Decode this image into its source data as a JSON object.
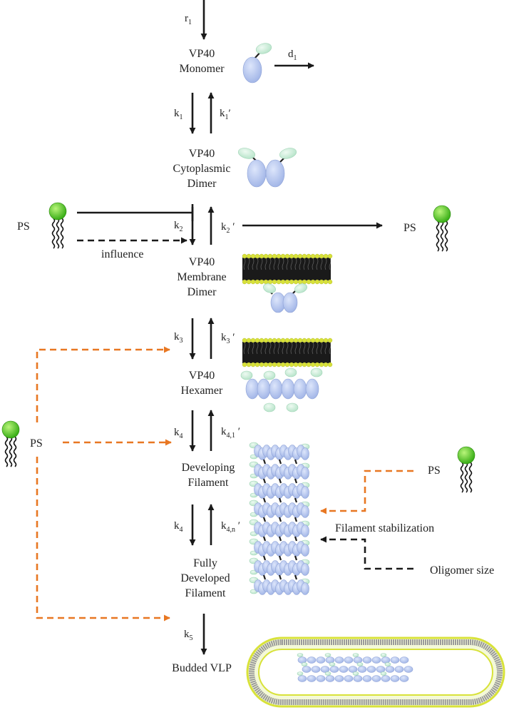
{
  "stages": [
    {
      "id": "monomer",
      "lines": [
        "VP40",
        "Monomer"
      ]
    },
    {
      "id": "cyto-dimer",
      "lines": [
        "VP40",
        "Cytoplasmic",
        "Dimer"
      ]
    },
    {
      "id": "mem-dimer",
      "lines": [
        "VP40",
        "Membrane",
        "Dimer"
      ]
    },
    {
      "id": "hexamer",
      "lines": [
        "VP40",
        "Hexamer"
      ]
    },
    {
      "id": "dev-filament",
      "lines": [
        "Developing",
        "Filament"
      ]
    },
    {
      "id": "full-filament",
      "lines": [
        "Fully",
        "Developed",
        "Filament"
      ]
    },
    {
      "id": "vlp",
      "lines": [
        "Budded VLP"
      ]
    }
  ],
  "rates": {
    "r1": {
      "base": "r",
      "sub": "1"
    },
    "d1": {
      "base": "d",
      "sub": "1"
    },
    "k1": {
      "base": "k",
      "sub": "1"
    },
    "k1p": {
      "base": "k",
      "sub": "1",
      "prime": "′"
    },
    "k2": {
      "base": "k",
      "sub": "2"
    },
    "k2p": {
      "base": "k",
      "sub": "2",
      "prime": " ′"
    },
    "k3": {
      "base": "k",
      "sub": "3"
    },
    "k3p": {
      "base": "k",
      "sub": "3",
      "prime": " ′"
    },
    "k4a": {
      "base": "k",
      "sub": "4"
    },
    "k41p": {
      "base": "k",
      "sub": "4,1",
      "prime": " ′"
    },
    "k4b": {
      "base": "k",
      "sub": "4"
    },
    "k4np": {
      "base": "k",
      "sub": "4,n",
      "prime": " ′"
    },
    "k5": {
      "base": "k",
      "sub": "5"
    }
  },
  "labels": {
    "ps": "PS",
    "influence": "influence",
    "filament_stabilization": "Filament stabilization",
    "oligomer_size": "Oligomer size"
  },
  "colors": {
    "arrow": "#1a1a1a",
    "orange": "#e87722",
    "protein": "#b7c6ee",
    "protein_tail": "#cdeedd",
    "lipid_head": "#d8e23a",
    "ps_head": "#5ed32a",
    "membrane_grey": "#9a9a9a"
  }
}
